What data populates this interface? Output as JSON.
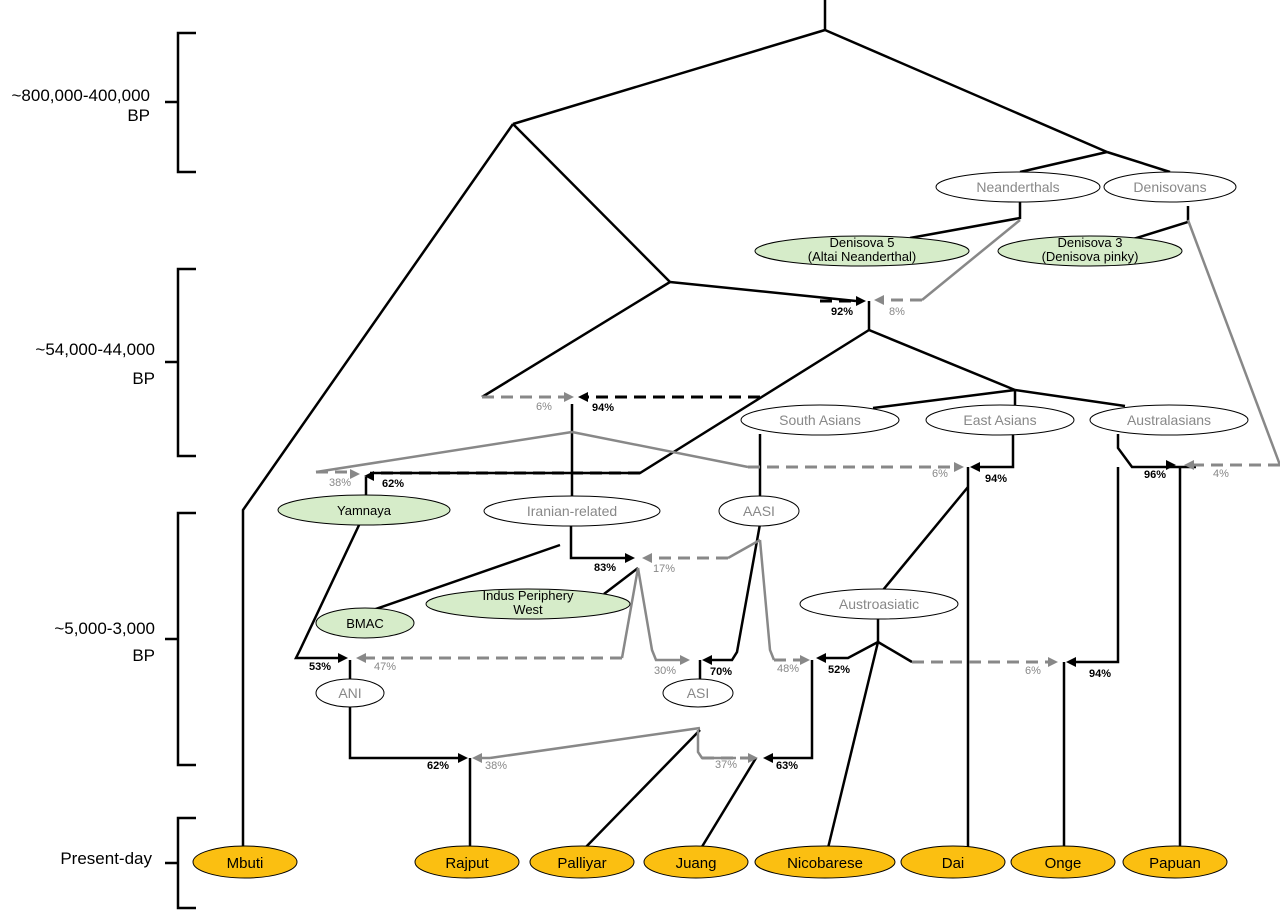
{
  "eras": {
    "e1_line1": "~800,000-400,000",
    "e1_line2": "BP",
    "e2_line1": "~54,000-44,000",
    "e2_line2": "BP",
    "e3_line1": "~5,000-3,000",
    "e3_line2": "BP",
    "e4": "Present-day"
  },
  "populations": {
    "neanderthals": "Neanderthals",
    "denisovans": "Denisovans",
    "south_asians": "South Asians",
    "east_asians": "East Asians",
    "australasians": "Australasians",
    "iranian": "Iranian-related",
    "aasi": "AASI",
    "austroasiatic": "Austroasiatic",
    "ani": "ANI",
    "asi": "ASI"
  },
  "ancient": {
    "denisova5_l1": "Denisova 5",
    "denisova5_l2": "(Altai Neanderthal)",
    "denisova3_l1": "Denisova 3",
    "denisova3_l2": "(Denisova pinky)",
    "yamnaya": "Yamnaya",
    "indus_l1": "Indus Periphery",
    "indus_l2": "West",
    "bmac": "BMAC"
  },
  "modern": {
    "mbuti": "Mbuti",
    "rajput": "Rajput",
    "palliyar": "Palliyar",
    "juang": "Juang",
    "nicobarese": "Nicobarese",
    "dai": "Dai",
    "onge": "Onge",
    "papuan": "Papuan"
  },
  "percentages": {
    "p92": "92%",
    "p8": "8%",
    "p6a": "6%",
    "p94a": "94%",
    "p38a": "38%",
    "p62a": "62%",
    "p6b": "6%",
    "p94b": "94%",
    "p96": "96%",
    "p4": "4%",
    "p83": "83%",
    "p17": "17%",
    "p53": "53%",
    "p47": "47%",
    "p30": "30%",
    "p70": "70%",
    "p48": "48%",
    "p52": "52%",
    "p6c": "6%",
    "p94c": "94%",
    "p62b": "62%",
    "p38b": "38%",
    "p37": "37%",
    "p63": "63%"
  },
  "colors": {
    "ancient_fill": "#d6ecc9",
    "modern_fill": "#fbbf11",
    "minor_admixture": "#888888",
    "major_admixture": "#000000"
  }
}
